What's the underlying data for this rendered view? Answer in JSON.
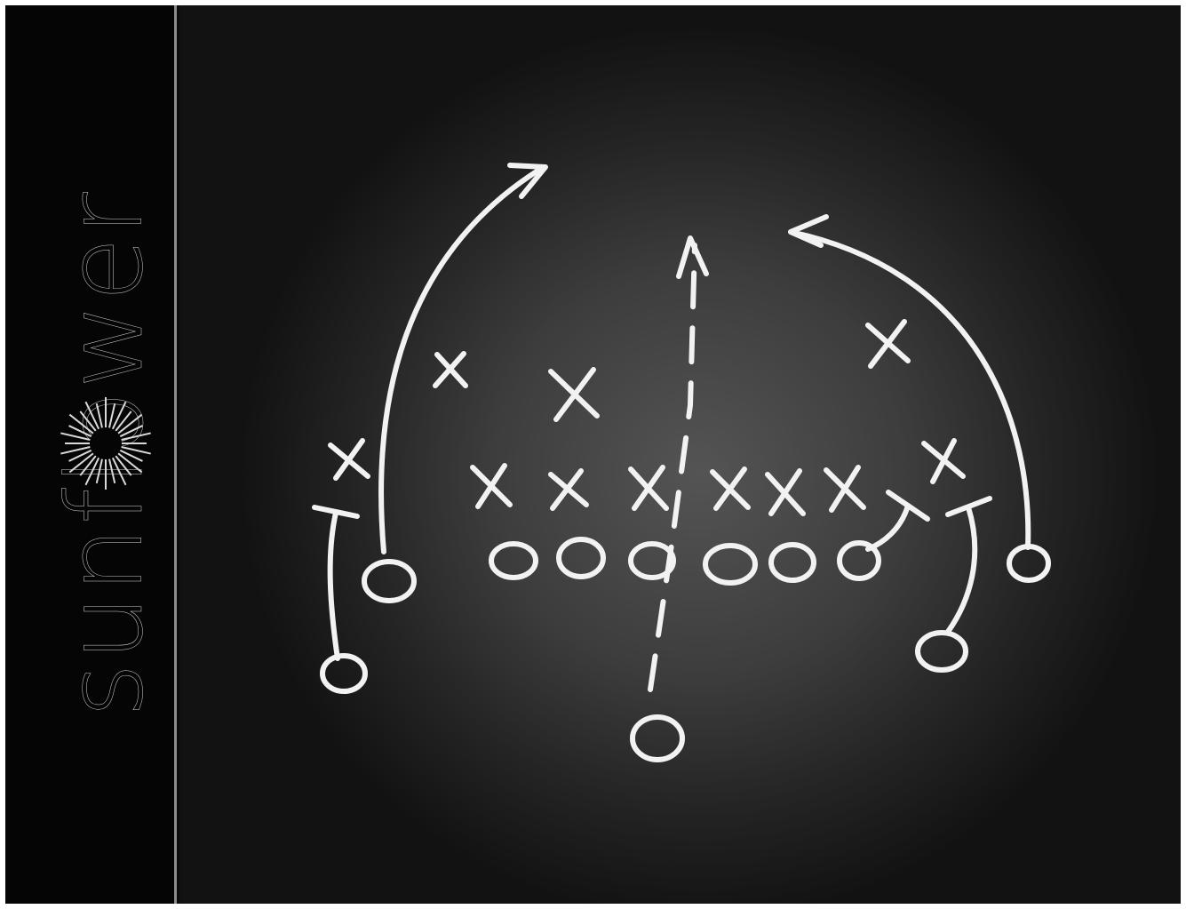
{
  "brand": {
    "wordmark": "sunflower",
    "icon": "sunflower-icon"
  },
  "colors": {
    "chalk": "#f2f2f2",
    "board_center": "#545454",
    "board_edge": "#121212",
    "sidebar": "#050505"
  },
  "diagram": {
    "type": "football play chalkboard",
    "defense_marks": "X",
    "offense_marks": "O"
  }
}
